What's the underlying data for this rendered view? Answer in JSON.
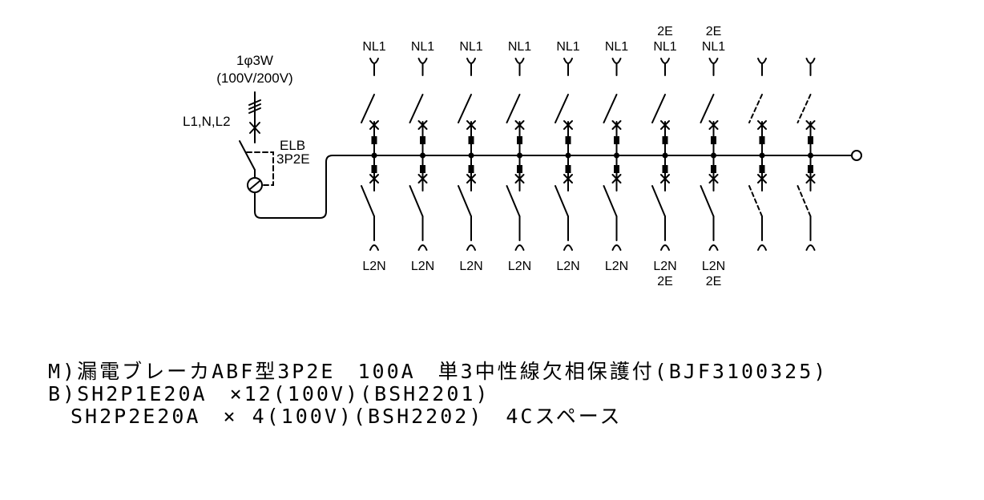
{
  "source": {
    "phase_label": "1φ3W",
    "voltage_label": "(100V/200V)",
    "line_label": "L1,N,L2"
  },
  "main_breaker": {
    "label_line1": "ELB",
    "label_line2": "3P2E"
  },
  "branches_top": [
    {
      "line1": "",
      "line2": "NL1",
      "dashed": false
    },
    {
      "line1": "",
      "line2": "NL1",
      "dashed": false
    },
    {
      "line1": "",
      "line2": "NL1",
      "dashed": false
    },
    {
      "line1": "",
      "line2": "NL1",
      "dashed": false
    },
    {
      "line1": "",
      "line2": "NL1",
      "dashed": false
    },
    {
      "line1": "",
      "line2": "NL1",
      "dashed": false
    },
    {
      "line1": "2E",
      "line2": "NL1",
      "dashed": false
    },
    {
      "line1": "2E",
      "line2": "NL1",
      "dashed": false
    },
    {
      "line1": "",
      "line2": "",
      "dashed": true
    },
    {
      "line1": "",
      "line2": "",
      "dashed": true
    }
  ],
  "branches_bottom": [
    {
      "line1": "L2N",
      "line2": ""
    },
    {
      "line1": "L2N",
      "line2": ""
    },
    {
      "line1": "L2N",
      "line2": ""
    },
    {
      "line1": "L2N",
      "line2": ""
    },
    {
      "line1": "L2N",
      "line2": ""
    },
    {
      "line1": "L2N",
      "line2": ""
    },
    {
      "line1": "L2N",
      "line2": "2E"
    },
    {
      "line1": "L2N",
      "line2": "2E"
    },
    {
      "line1": "",
      "line2": ""
    },
    {
      "line1": "",
      "line2": ""
    }
  ],
  "notes": {
    "line1": "M)漏電ブレーカABF型3P2E　100A　単3中性線欠相保護付(BJF3100325)",
    "line2": "B)SH2P1E20A　×12(100V)(BSH2201)",
    "line3": "　SH2P2E20A　× 4(100V)(BSH2202)　4Cスペース"
  }
}
